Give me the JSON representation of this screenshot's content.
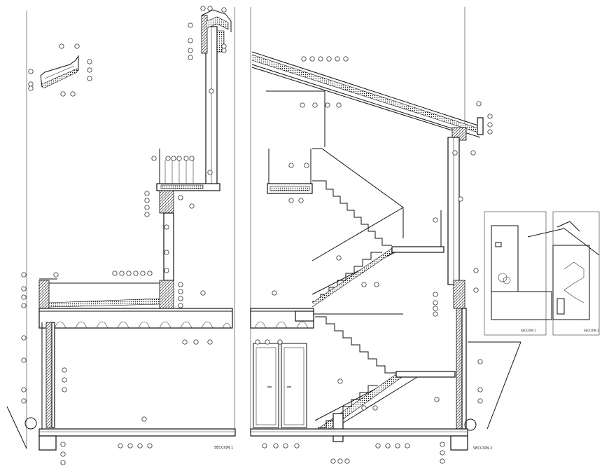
{
  "labels": {
    "section_1_main": "SECCION 1",
    "section_2_main": "SECCION 2",
    "inset_section_1": "SECCION 1",
    "inset_section_2": "SECCION 2"
  },
  "colors": {
    "line": "#111111",
    "background": "#ffffff"
  }
}
